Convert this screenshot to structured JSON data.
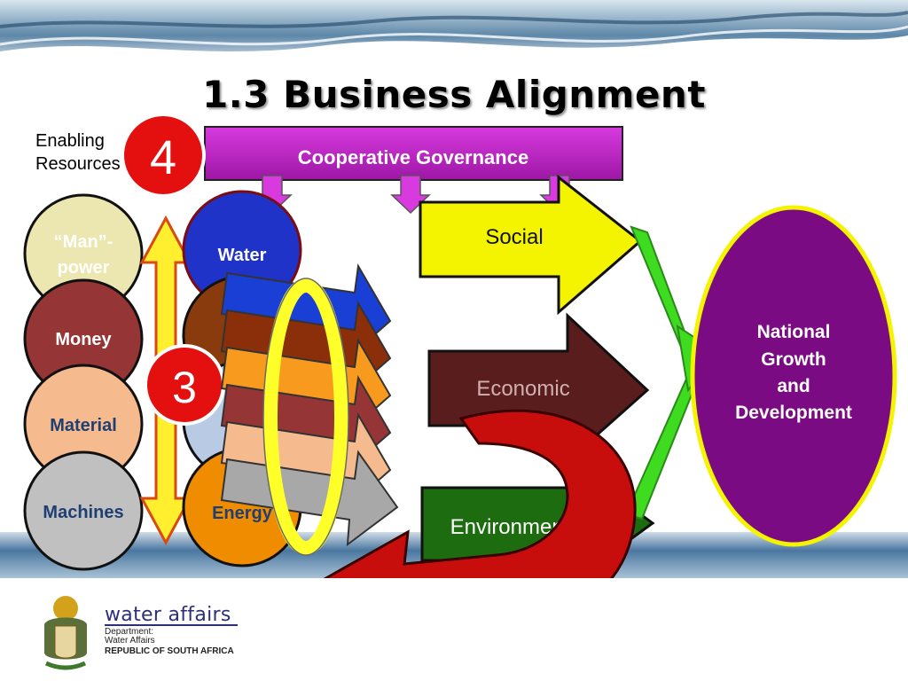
{
  "title": "1.3   Business Alignment",
  "enabling_resources": {
    "line1": "Enabling",
    "line2": "Resources"
  },
  "cooperative_governance": "Cooperative Governance",
  "step_numbers": {
    "top": "4",
    "middle": "3"
  },
  "resource_circles": [
    {
      "label": "“Man”-",
      "label2": "power",
      "color": "#ece7b0",
      "text_color": "#ffffff"
    },
    {
      "label": "Money",
      "color": "#963535",
      "text_color": "#ffffff"
    },
    {
      "label": "Material",
      "color": "#f5bb8e",
      "text_color": "#1f3f73"
    },
    {
      "label": "Machines",
      "color": "#c0c0c0",
      "text_color": "#1f3f73"
    }
  ],
  "sector_circles": [
    {
      "label": "Water",
      "color": "#1f33c8",
      "text_color": "#ffffff"
    },
    {
      "label": "Energy",
      "color": "#f08c00",
      "text_color": "#1f3f73"
    }
  ],
  "outcomes": [
    {
      "label": "Social",
      "color": "#f4f400"
    },
    {
      "label": "Economic",
      "color": "#5a1d1d"
    },
    {
      "label": "Environment",
      "color": "#1e6c10"
    }
  ],
  "goal": {
    "line1": "National",
    "line2": "Growth",
    "line3": "and",
    "line4": "Development",
    "color": "#7a0b82"
  },
  "footer": {
    "brand": "water affairs",
    "dept_line1": "Department:",
    "dept_line2": "Water Affairs",
    "dept_line3": "REPUBLIC OF SOUTH AFRICA"
  }
}
